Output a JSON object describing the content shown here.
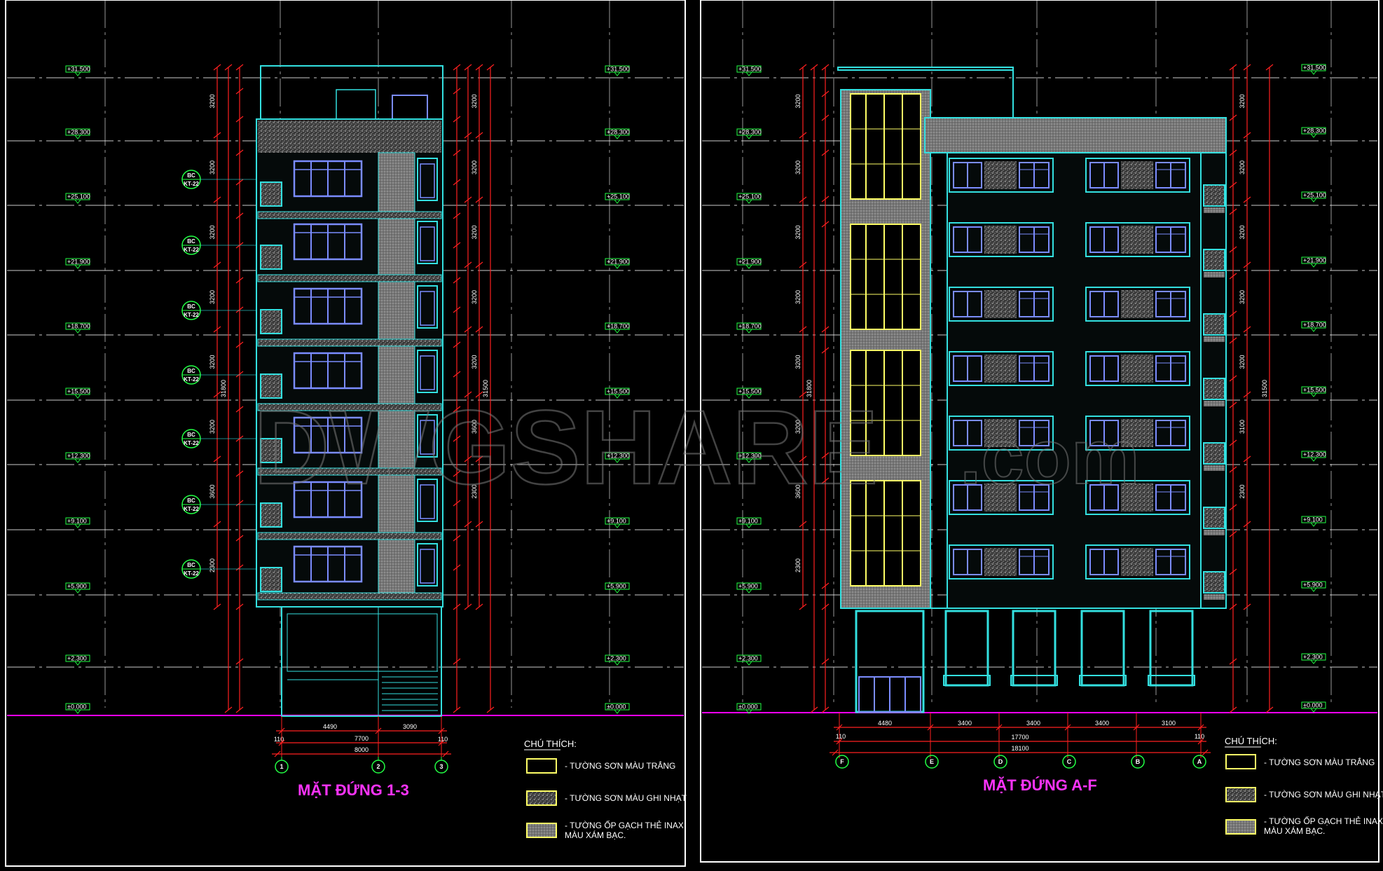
{
  "left_sheet": {
    "title": "MẶT ĐỨNG 1-3",
    "level_labels": [
      "+31.500",
      "+28.300",
      "+25.100",
      "+21.900",
      "+18.700",
      "+15.500",
      "+12.300",
      "+9.100",
      "+5.900",
      "+2.300",
      "±0.000"
    ],
    "section_tag_top": "BC",
    "section_tag_bottom": "KT-22",
    "dims_bottom": [
      "4490",
      "3090",
      "7700",
      "8000",
      "110",
      "110"
    ],
    "axis_labels": [
      "1",
      "2",
      "3"
    ],
    "dims_left_outer": [
      "3200",
      "3200",
      "3200",
      "3200",
      "3200",
      "3200",
      "3600",
      "2300",
      "31800"
    ],
    "dims_right_outer": [
      "3200",
      "3200",
      "3200",
      "3200",
      "3200",
      "3600",
      "2300",
      "31500"
    ]
  },
  "right_sheet": {
    "title": "MẶT ĐỨNG A-F",
    "level_labels": [
      "+31.500",
      "+28.300",
      "+25.100",
      "+21.900",
      "+18.700",
      "+15.500",
      "+12.300",
      "+9.100",
      "+5.900",
      "+2.300",
      "±0.000"
    ],
    "dims_bottom": [
      "4480",
      "3400",
      "3400",
      "3400",
      "3100",
      "17700",
      "18100",
      "110",
      "110"
    ],
    "axis_labels": [
      "F",
      "E",
      "D",
      "C",
      "B",
      "A"
    ],
    "dims_left_outer": [
      "3200",
      "3200",
      "3200",
      "3200",
      "3200",
      "3200",
      "3600",
      "2300",
      "31800"
    ],
    "dims_right_outer": [
      "3200",
      "3200",
      "3200",
      "3200",
      "3200",
      "3100",
      "2300",
      "31500"
    ]
  },
  "legend": {
    "heading": "CHÚ THÍCH:",
    "items": [
      {
        "label": "- TƯỜNG SƠN MÀU TRẮNG",
        "pattern": "plain"
      },
      {
        "label": "- TƯỜNG SƠN MÀU GHI NHẠT",
        "pattern": "speckle"
      },
      {
        "label": "- TƯỜNG ỐP GẠCH THẺ INAX",
        "label2": "MÀU XÁM BẠC.",
        "pattern": "grey"
      }
    ]
  },
  "watermark": {
    "main": "DWGSHARE",
    "suffix": ".com"
  },
  "colors": {
    "background": "#000000",
    "frame": "#ffffff",
    "grid_dash": "#ffffff",
    "dimension": "#ff2020",
    "building": "#33e0e0",
    "window": "#7b8cff",
    "glazing": "#ffff66",
    "level_marker": "#22ff44",
    "ground": "#ff00ff",
    "title": "#ff33ff",
    "tile": "#8c8c8c"
  },
  "icons": [
    "level-marker-icon",
    "section-tag-icon",
    "axis-bubble-icon"
  ]
}
